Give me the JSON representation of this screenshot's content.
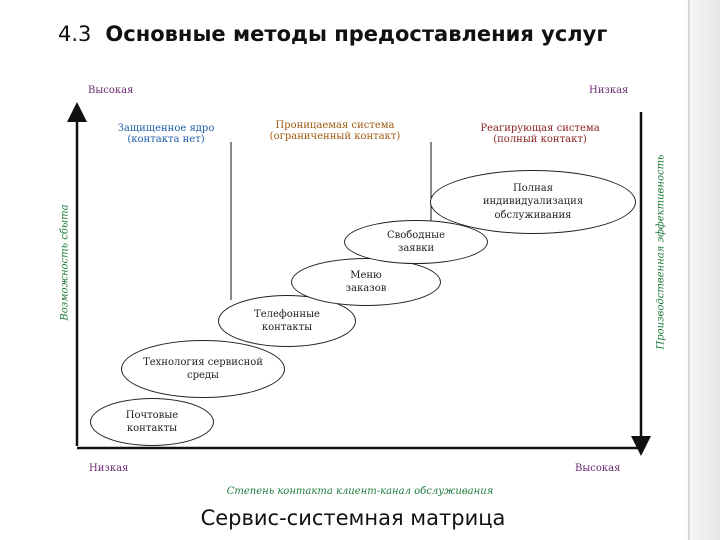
{
  "title": {
    "number": "4.3",
    "text": "Основные методы предоставления услуг"
  },
  "corners": {
    "top_left": "Высокая",
    "top_right": "Низкая",
    "bottom_left": "Низкая",
    "bottom_right": "Высокая"
  },
  "axes": {
    "left": "Возможность сбыта",
    "right": "Производственная эффективность",
    "bottom": "Степень контакта клиент-канал обслуживания"
  },
  "zones": [
    {
      "line1": "Защищенное ядро",
      "line2": "(контакта нет)"
    },
    {
      "line1": "Проницаемая система",
      "line2": "(ограниченный контакт)"
    },
    {
      "line1": "Реагирующая система",
      "line2": "(полный контакт)"
    }
  ],
  "methods": [
    {
      "text": "Почтовые контакты"
    },
    {
      "text": "Технология сервисной среды"
    },
    {
      "text": "Телефонные контакты"
    },
    {
      "text": "Меню заказов"
    },
    {
      "text": "Свободные заявки"
    },
    {
      "text": "Полная индивидуализация обслуживания"
    }
  ],
  "caption": "Сервис-системная матрица",
  "colors": {
    "corner_labels": "#6b2a72",
    "zone_core": "#1f5ea8",
    "zone_permeable": "#a05a10",
    "zone_reactive": "#8a1f1f",
    "axis_labels": "#1c7a3a"
  }
}
